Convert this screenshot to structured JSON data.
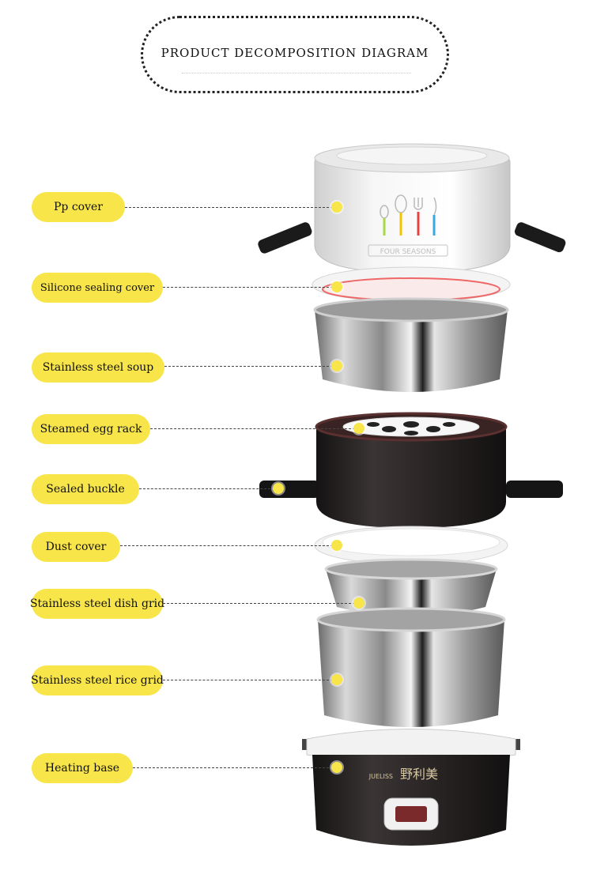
{
  "title": "PRODUCT DECOMPOSITION DIAGRAM",
  "product": {
    "lid_text": "FOUR SEASONS",
    "brand_latin": "JUELISS",
    "brand_cjk": "野利美"
  },
  "parts": [
    {
      "label": "Pp cover"
    },
    {
      "label": "Silicone sealing cover"
    },
    {
      "label": "Stainless steel soup"
    },
    {
      "label": "Steamed egg rack"
    },
    {
      "label": "Sealed buckle"
    },
    {
      "label": "Dust cover"
    },
    {
      "label": "Stainless steel dish grid"
    },
    {
      "label": "Stainless steel rice grid"
    },
    {
      "label": "Heating base"
    }
  ]
}
